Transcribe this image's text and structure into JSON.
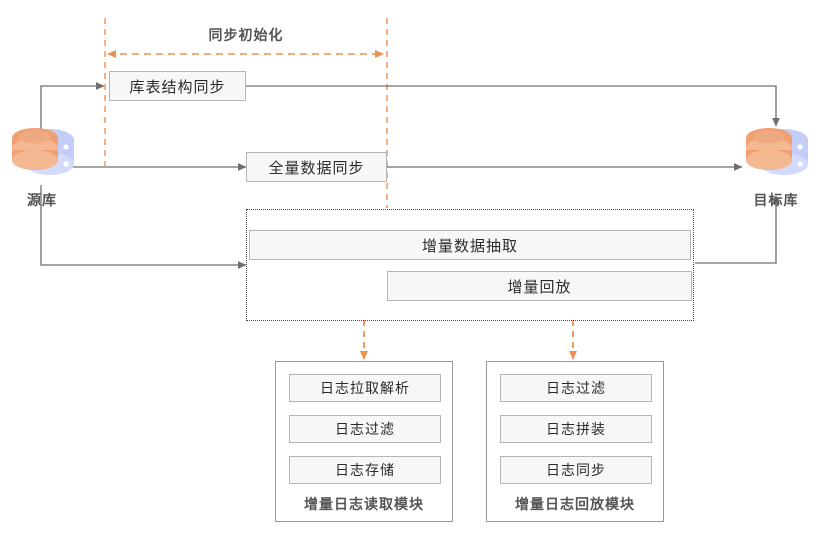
{
  "diagram": {
    "title_span": "同步初始化",
    "nodes": {
      "source_db": {
        "label": "源库",
        "icon": "database-icon"
      },
      "target_db": {
        "label": "目标库",
        "icon": "database-icon"
      }
    },
    "steps": [
      {
        "id": "schema-sync",
        "label": "库表结构同步"
      },
      {
        "id": "full-sync",
        "label": "全量数据同步"
      },
      {
        "id": "incr-extract",
        "label": "增量数据抽取"
      },
      {
        "id": "incr-replay",
        "label": "增量回放"
      }
    ],
    "modules": [
      {
        "id": "incr-log-read-module",
        "title": "增量日志读取模块",
        "items": [
          "日志拉取解析",
          "日志过滤",
          "日志存储"
        ]
      },
      {
        "id": "incr-log-replay-module",
        "title": "增量日志回放模块",
        "items": [
          "日志过滤",
          "日志拼装",
          "日志同步"
        ]
      }
    ],
    "colors": {
      "accent_orange": "#ef8f52",
      "line_gray": "#7a7a7a",
      "box_fill": "#f7f7f7",
      "box_border": "#b5b5b5",
      "text_dark": "#2b2b2b",
      "text_muted": "#555555",
      "db_front": "#f0a070",
      "db_back": "#c3cdf7"
    }
  }
}
